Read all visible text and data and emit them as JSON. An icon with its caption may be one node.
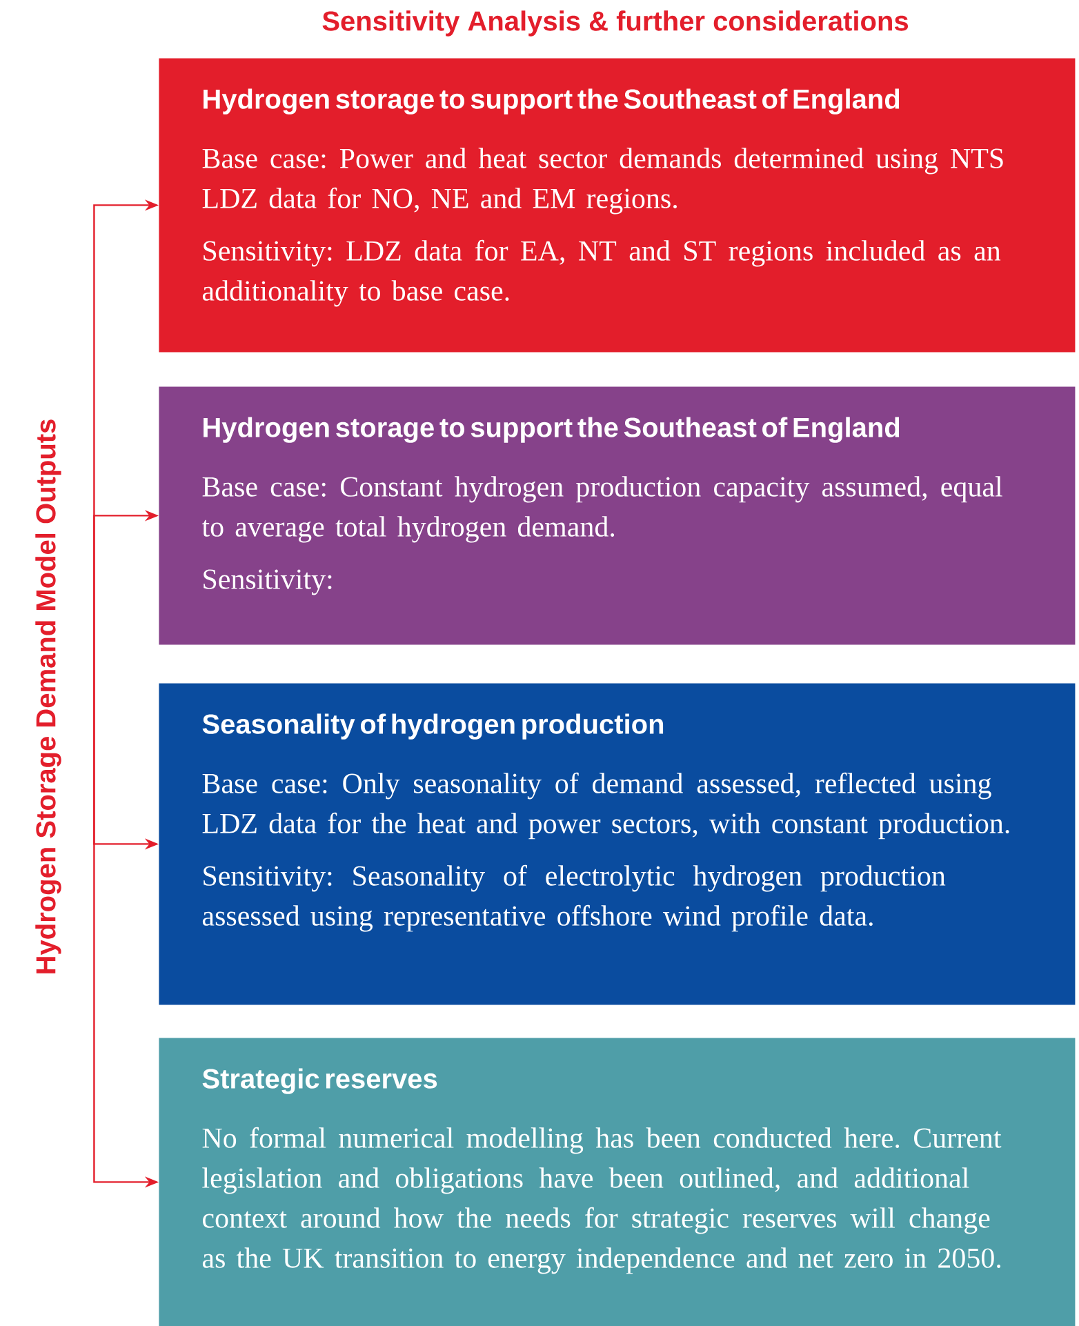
{
  "diagram": {
    "title": "Sensitivity Analysis & further considerations",
    "nodes": [
      {
        "text": [
          "Hydrogen Storage Demand Model Outputs"
        ]
      },
      {
        "text": [
          "Hydrogen storage to support the Southeast of England",
          "Base case: Power and heat sector demands determined using NTS LDZ data for NO, NE and EM regions.",
          "Sensitivity: LDZ data for EA, NT and ST regions included as an additionality to base case."
        ]
      },
      {
        "text": [
          "Hydrogen storage to support the Southeast of England",
          "Base case: Constant hydrogen production capacity assumed, equal to average total hydrogen demand.",
          "Sensitivity:"
        ]
      },
      {
        "text": [
          "Seasonality of hydrogen production",
          "Base case: Only seasonality of demand assessed, reflected using LDZ data for the heat and power sectors, with constant production.",
          "Sensitivity: Seasonality of electrolytic hydrogen production assessed using representative offshore wind profile data."
        ]
      },
      {
        "text": [
          "Strategic reserves",
          "No formal numerical modelling has been conducted here. Current legislation and obligations have been outlined, and additional context around how the needs for strategic reserves will change as the UK transition to energy independence and net zero in 2050."
        ]
      }
    ],
    "edges": [
      {
        "from": 0,
        "to": 1,
        "arrow": "to"
      },
      {
        "from": 0,
        "to": 2,
        "arrow": "to"
      },
      {
        "from": 0,
        "to": 3,
        "arrow": "to"
      },
      {
        "from": 0,
        "to": 4,
        "arrow": "to"
      }
    ]
  }
}
